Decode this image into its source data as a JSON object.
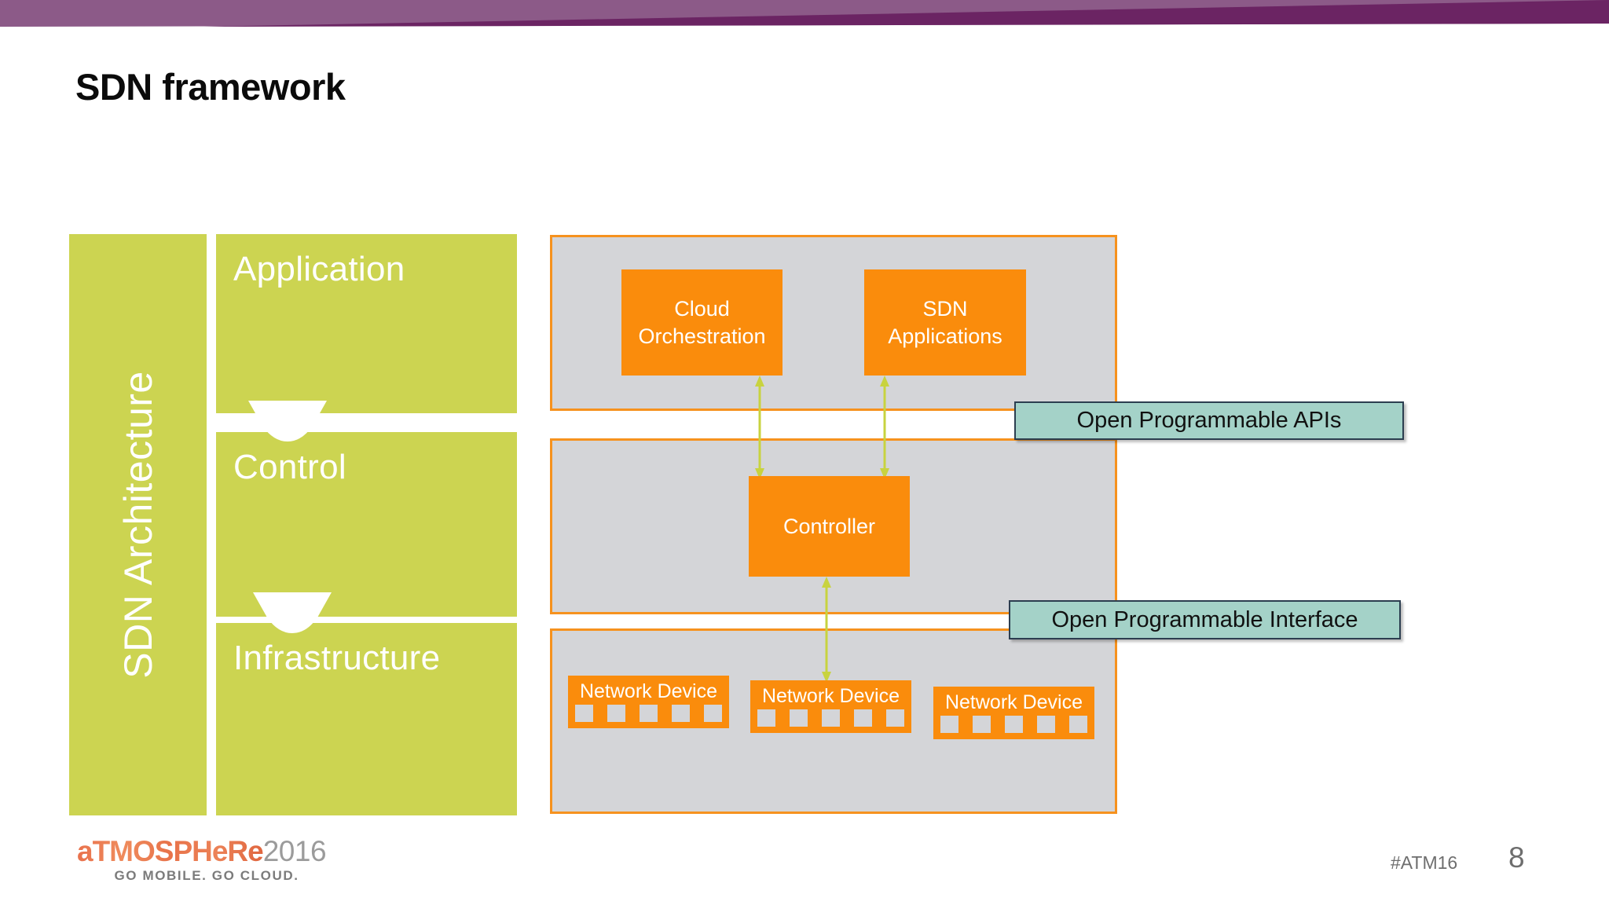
{
  "slide": {
    "title": "SDN framework",
    "page_number": "8"
  },
  "theme": {
    "banner_light_purple": "#8C5A88",
    "banner_dark_purple": "#6B2463",
    "green": "#CCD451",
    "orange": "#FA8C0C",
    "orange_border": "#F6921E",
    "panel_grey": "#D4D5D8",
    "teal": "#A4D2C8",
    "arrow_green": "#C8D33F",
    "title_color": "#0B0B0B",
    "footer_grey": "#6E6E6E"
  },
  "architecture": {
    "vertical_label": "SDN Architecture",
    "layers": [
      {
        "id": "application",
        "label": "Application"
      },
      {
        "id": "control",
        "label": "Control"
      },
      {
        "id": "infrastructure",
        "label": "Infrastructure"
      }
    ]
  },
  "diagram": {
    "application_panel": {
      "boxes": [
        {
          "id": "cloud-orchestration",
          "line1": "Cloud",
          "line2": "Orchestration"
        },
        {
          "id": "sdn-applications",
          "line1": "SDN",
          "line2": "Applications"
        }
      ]
    },
    "control_panel": {
      "boxes": [
        {
          "id": "controller",
          "line1": "Controller",
          "line2": ""
        }
      ]
    },
    "infrastructure_panel": {
      "devices": [
        {
          "id": "device-1",
          "label": "Network Device",
          "ports": 5
        },
        {
          "id": "device-2",
          "label": "Network Device",
          "ports": 5
        },
        {
          "id": "device-3",
          "label": "Network Device",
          "ports": 5
        }
      ]
    },
    "callouts": [
      {
        "id": "open-programmable-apis",
        "label": "Open Programmable APIs"
      },
      {
        "id": "open-programmable-interface",
        "label": "Open Programmable Interface"
      }
    ],
    "connectors": [
      {
        "id": "cloud-to-controller",
        "style": "double-headed-vertical-arrow"
      },
      {
        "id": "sdnapps-to-controller",
        "style": "double-headed-vertical-arrow"
      },
      {
        "id": "controller-to-devices",
        "style": "double-headed-vertical-arrow"
      }
    ]
  },
  "footer": {
    "brand_name": "aTMOSPHeRe",
    "brand_year": "2016",
    "tagline": "GO MOBILE. GO CLOUD.",
    "hashtag": "#ATM16"
  }
}
